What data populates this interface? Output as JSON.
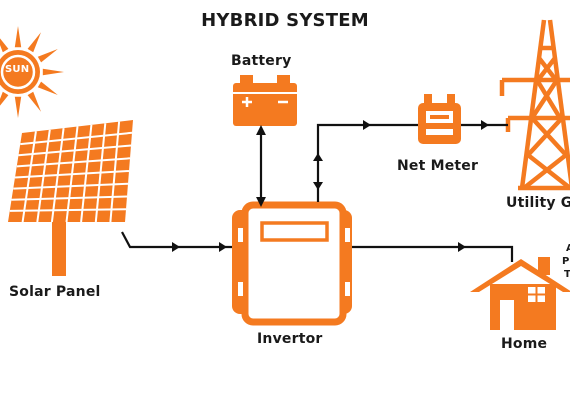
{
  "diagram": {
    "title": "HYBRID SYSTEM",
    "nodes": {
      "sun": "SUN",
      "battery": "Battery",
      "net_meter": "Net Meter",
      "utility_grid": "Utility G",
      "solar_panel": "Solar Panel",
      "inverter": "Invertor",
      "home": "Home"
    },
    "clipped_labels": [
      "A",
      "Po",
      "T"
    ]
  },
  "colors": {
    "accent": "#F47A20",
    "line": "#111111",
    "text": "#1a1a1a",
    "background": "#ffffff"
  },
  "icons": [
    "sun-icon",
    "solar-panel-icon",
    "battery-icon",
    "inverter-icon",
    "net-meter-icon",
    "transmission-tower-icon",
    "home-icon"
  ]
}
